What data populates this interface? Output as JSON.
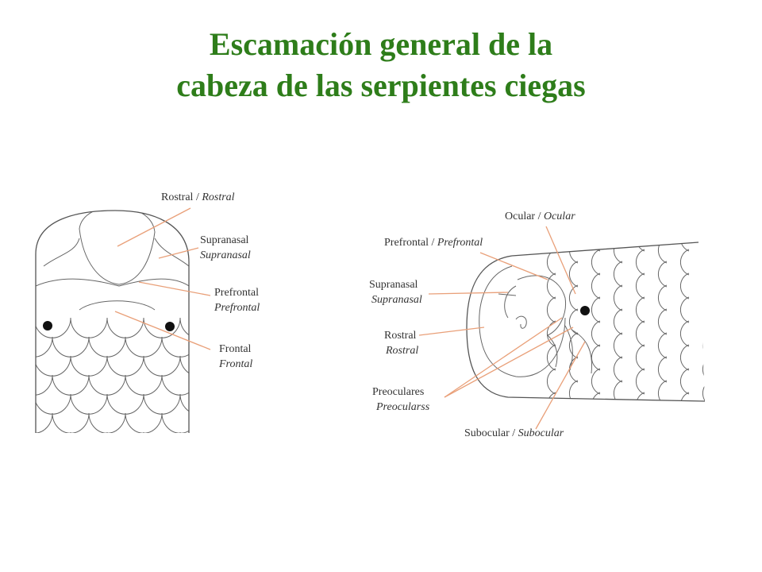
{
  "title": {
    "line1": "Escamación general de la",
    "line2": "cabeza de las serpientes ciegas"
  },
  "colors": {
    "title": "#2e7d1a",
    "leader": "#e9a079",
    "outline": "#555555"
  },
  "dorsal_view": {
    "labels": [
      {
        "key": "rostral",
        "text": "Rostral",
        "sep": " / ",
        "translation": "Rostral"
      },
      {
        "key": "supranasal",
        "text": "Supranasal",
        "translation": "Supranasal"
      },
      {
        "key": "prefrontal",
        "text": "Prefrontal",
        "translation": "Prefrontal"
      },
      {
        "key": "frontal",
        "text": "Frontal",
        "translation": "Frontal"
      }
    ]
  },
  "lateral_view": {
    "labels": [
      {
        "key": "ocular",
        "text": "Ocular",
        "sep": " / ",
        "translation": "Ocular"
      },
      {
        "key": "prefrontal",
        "text": "Prefrontal",
        "sep": " / ",
        "translation": "Prefrontal"
      },
      {
        "key": "supranasal",
        "text": "Supranasal",
        "translation": "Supranasal"
      },
      {
        "key": "rostral",
        "text": "Rostral",
        "translation": "Rostral"
      },
      {
        "key": "preoculares",
        "text": "Preoculares",
        "translation": "Preocularss"
      },
      {
        "key": "subocular",
        "text": "Subocular",
        "sep": " / ",
        "translation": "Subocular"
      }
    ]
  }
}
